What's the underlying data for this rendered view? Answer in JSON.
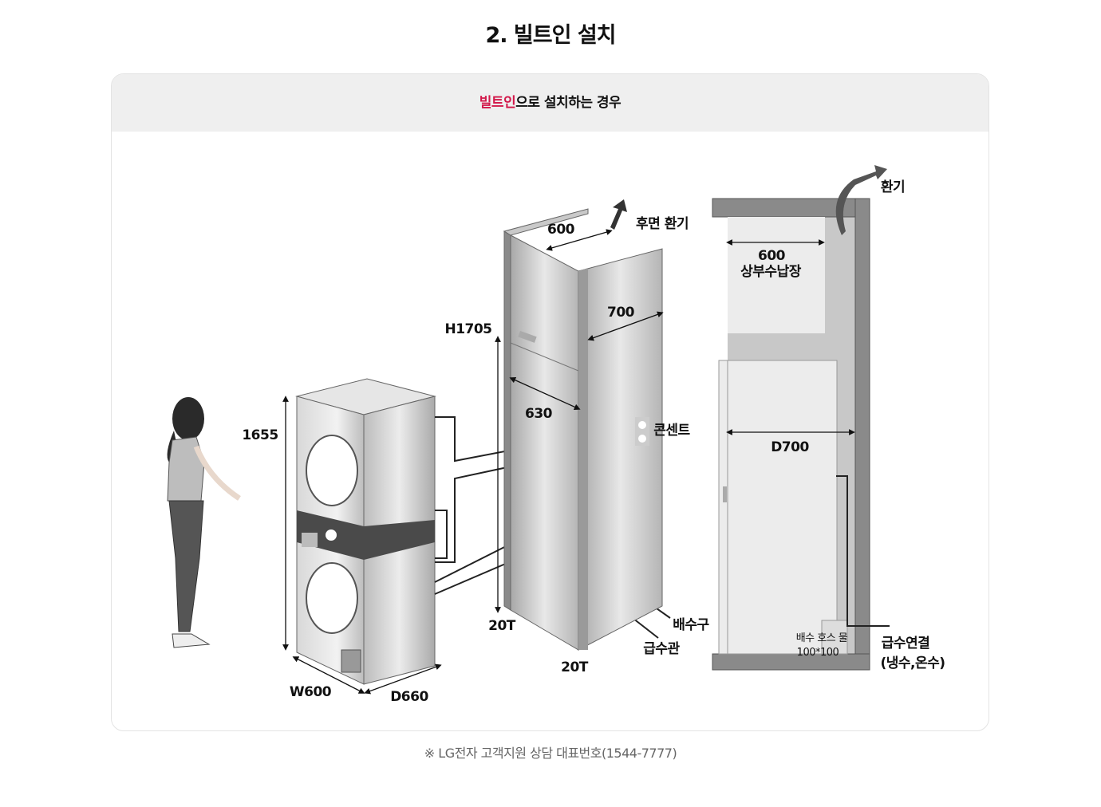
{
  "page_title": "2. 빌트인 설치",
  "card": {
    "header_highlight": "빌트인",
    "header_rest": "으로 설치하는 경우",
    "accent_color": "#d2184a"
  },
  "diagram": {
    "person": {
      "icon": "person-figure"
    },
    "washer_tower": {
      "height": "1655",
      "width": "W600",
      "depth": "D660"
    },
    "enclosure": {
      "rear_vent": "후면 환기",
      "top_width": "600",
      "side_depth": "700",
      "inner_depth": "630",
      "height": "H1705",
      "outlet": "콘센트",
      "panel_thickness_left": "20T",
      "panel_thickness_right": "20T",
      "drain": "배수구",
      "water_pipe": "급수관"
    },
    "side_view": {
      "vent": "환기",
      "cabinet_width": "600",
      "cabinet_label": "상부수납장",
      "depth": "D700",
      "drain_line1": "배수 호스 물",
      "drain_line2": "100*100",
      "water_line1": "급수연결",
      "water_line2": "(냉수,온수)"
    }
  },
  "footnote": "※ LG전자 고객지원 상담 대표번호(1544-7777)"
}
